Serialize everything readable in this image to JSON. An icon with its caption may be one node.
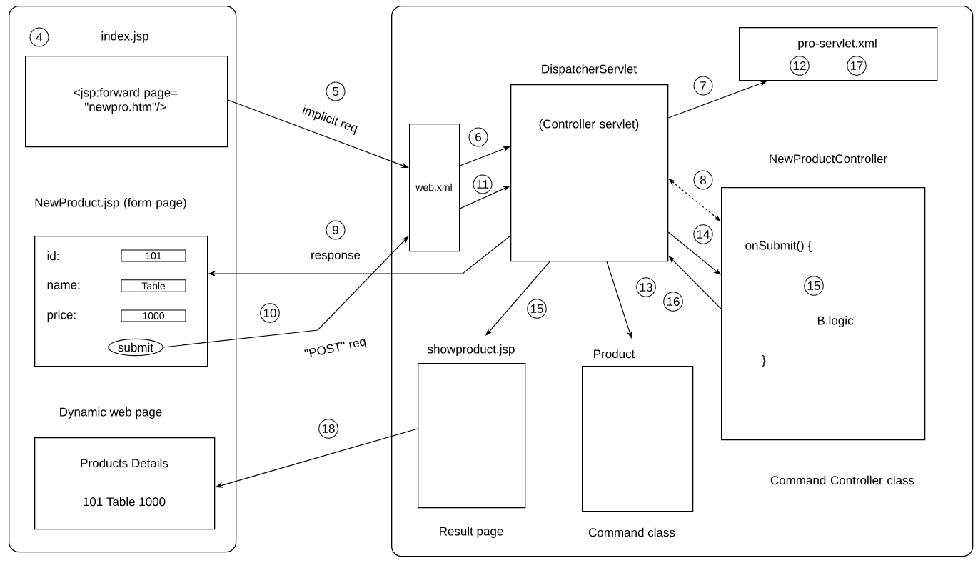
{
  "diagram": {
    "nodes": [
      {
        "text": [],
        "shape": "box"
      },
      {
        "text": [
          "index.jsp",
          "<jsp:forward page= \"newpro.htm\"/>"
        ],
        "beside": [
          "4"
        ],
        "in": 0
      },
      {
        "text": [
          "NewProduct.jsp (form page)",
          "id:",
          "101",
          "name:",
          "Table",
          "price:",
          "1000"
        ],
        "in": 0
      },
      {
        "text": [
          "submit"
        ],
        "in": 2
      },
      {
        "text": [
          "Dynamic web page",
          "Products Details",
          "101 Table 1000"
        ],
        "in": 0
      },
      {
        "text": [],
        "shape": "box"
      },
      {
        "text": [
          "web.xml"
        ],
        "in": 5
      },
      {
        "text": [
          "DispatcherServlet",
          "(Controller servlet)"
        ],
        "in": 5
      },
      {
        "text": [
          "pro-servlet.xml",
          "12",
          "17"
        ],
        "in": 5
      },
      {
        "text": [
          "NewProductController",
          "onSubmit() {",
          "15",
          "B.logic",
          "}"
        ],
        "beside": [
          "Command Controller class"
        ],
        "in": 5
      },
      {
        "text": [
          "showproduct.jsp"
        ],
        "beside": [
          "Result page"
        ],
        "in": 5
      },
      {
        "text": [
          "Product"
        ],
        "beside": [
          "Command class"
        ],
        "in": 5
      }
    ],
    "edges": [
      {
        "from": 1,
        "to": 6,
        "arrow": "to",
        "label": "5"
      },
      {
        "from": 6,
        "to": 7,
        "arrow": "to",
        "label": "6"
      },
      {
        "from": 6,
        "to": 7,
        "arrow": "to",
        "label": "11"
      },
      {
        "from": 7,
        "to": 8,
        "arrow": "to",
        "label": "7"
      },
      {
        "from": 7,
        "to": 9,
        "arrow": "both",
        "label": "8",
        "style": "dashed"
      },
      {
        "from": 7,
        "to": 2,
        "arrow": "to",
        "label": "9"
      },
      {
        "from": 3,
        "to": 6,
        "arrow": "to",
        "label": "10"
      },
      {
        "from": 7,
        "to": 11,
        "arrow": "to",
        "label": "13"
      },
      {
        "from": 7,
        "to": 9,
        "arrow": "to",
        "label": "14"
      },
      {
        "from": 9,
        "to": 7,
        "arrow": "to",
        "label": "16"
      },
      {
        "from": 7,
        "to": 10,
        "arrow": "to",
        "label": "15"
      },
      {
        "from": 10,
        "to": 4,
        "arrow": "to",
        "label": "18"
      }
    ],
    "labels": [
      "implicit req",
      "response",
      "\"POST\" req"
    ]
  }
}
